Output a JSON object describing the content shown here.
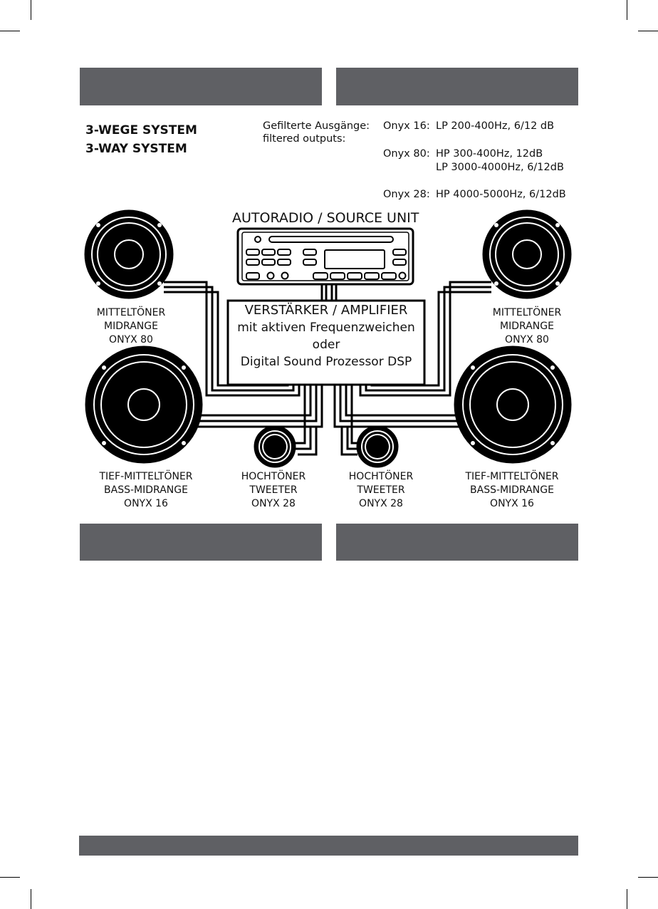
{
  "system": {
    "title_de": "3-WEGE SYSTEM",
    "title_en": "3-WAY SYSTEM"
  },
  "filters": {
    "label_de": "Gefilterte Ausgänge:",
    "label_en": "filtered outputs:",
    "lines": [
      {
        "model": "Onyx 16:",
        "spec": "LP 200-400Hz, 6/12 dB"
      },
      {
        "model": "Onyx 80:",
        "spec": "HP 300-400Hz, 12dB"
      },
      {
        "model": "",
        "spec": "LP 3000-4000Hz, 6/12dB"
      },
      {
        "model": "Onyx 28:",
        "spec": "HP 4000-5000Hz, 6/12dB"
      }
    ]
  },
  "source_unit": {
    "label": "AUTORADIO / SOURCE UNIT"
  },
  "amplifier": {
    "line1": "VERSTÄRKER / AMPLIFIER",
    "line2": "mit aktiven Frequenzweichen",
    "line3": "oder",
    "line4": "Digital Sound Prozessor DSP"
  },
  "speakers": {
    "mid_left": {
      "de": "MITTELTÖNER",
      "en": "MIDRANGE",
      "model": "ONYX 80"
    },
    "mid_right": {
      "de": "MITTELTÖNER",
      "en": "MIDRANGE",
      "model": "ONYX 80"
    },
    "bass_left": {
      "de": "TIEF-MITTELTÖNER",
      "en": "BASS-MIDRANGE",
      "model": "ONYX 16"
    },
    "bass_right": {
      "de": "TIEF-MITTELTÖNER",
      "en": "BASS-MIDRANGE",
      "model": "ONYX 16"
    },
    "tw_left": {
      "de": "HOCHTÖNER",
      "en": "TWEETER",
      "model": "ONYX 28"
    },
    "tw_right": {
      "de": "HOCHTÖNER",
      "en": "TWEETER",
      "model": "ONYX 28"
    }
  },
  "colors": {
    "bar": "#5f6064",
    "ink": "#000000"
  }
}
